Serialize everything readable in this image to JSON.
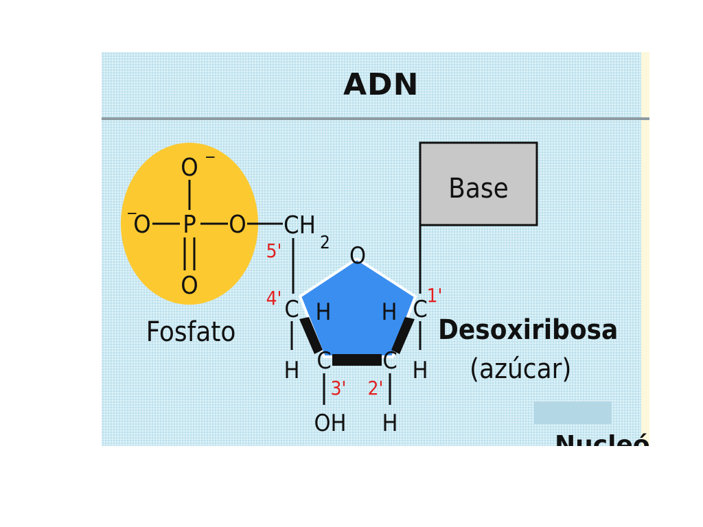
{
  "title": "ADN",
  "colors": {
    "background": "#cdeaf2",
    "phosphate": "#fcc930",
    "sugar": "#3a8ef0",
    "base_box": "#c8c8c8",
    "prime_labels": "#e02020"
  },
  "phosphate": {
    "label": "Fosfato",
    "atom_top": "O",
    "atom_top_charge": "−",
    "atom_left": "O",
    "atom_left_charge": "−",
    "atom_center": "P",
    "atom_right": "O",
    "atom_bottom": "O"
  },
  "base": {
    "label": "Base"
  },
  "sugar": {
    "name": "Desoxiribosa",
    "description": "(azúcar)",
    "ring_oxygen": "O",
    "ch2": "CH",
    "ch2_sub": "2",
    "carbon": "C",
    "hydrogen": "H",
    "hydroxyl": "OH",
    "primes": [
      "1'",
      "2'",
      "3'",
      "4'",
      "5'"
    ]
  },
  "footer": {
    "cut_text": "Nucleó"
  }
}
